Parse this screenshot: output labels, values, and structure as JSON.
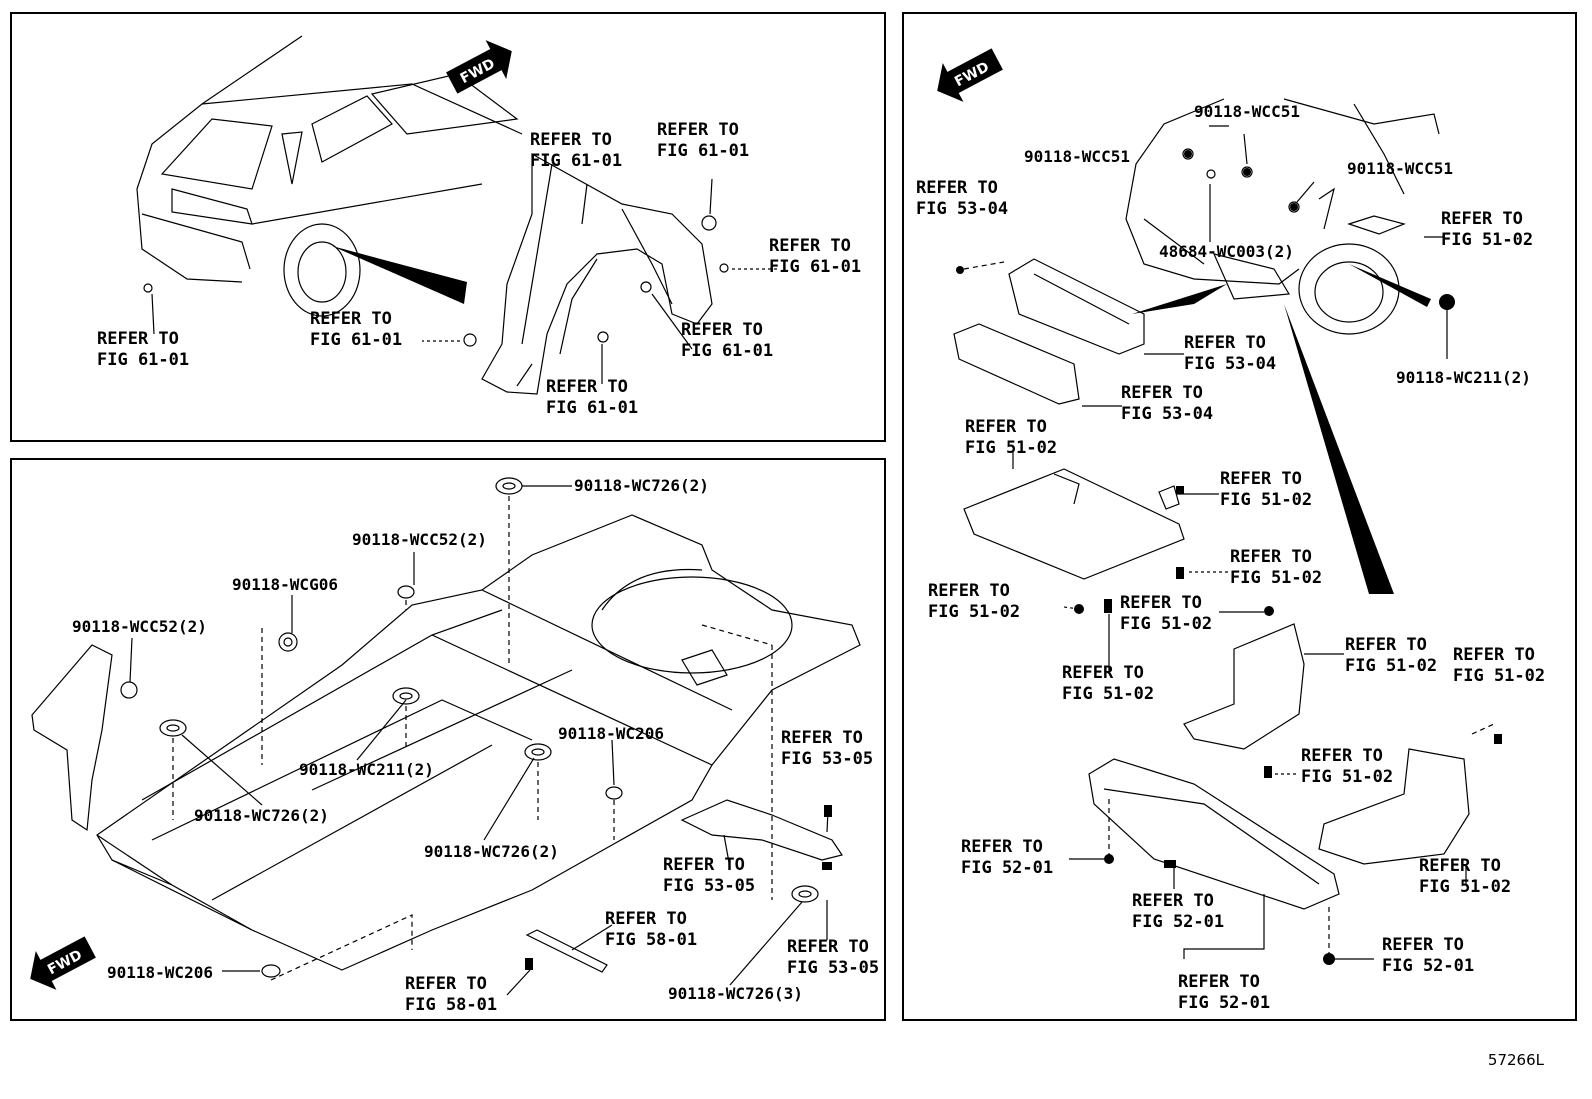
{
  "diagram_id": "57266L",
  "fwd_label": "FWD",
  "top_left": {
    "labels": [
      {
        "l1": "REFER TO",
        "l2": "FIG 61-01"
      },
      {
        "l1": "REFER TO",
        "l2": "FIG 61-01"
      },
      {
        "l1": "REFER TO",
        "l2": "FIG 61-01"
      },
      {
        "l1": "REFER TO",
        "l2": "FIG 61-01"
      },
      {
        "l1": "REFER TO",
        "l2": "FIG 61-01"
      },
      {
        "l1": "REFER TO",
        "l2": "FIG 61-01"
      },
      {
        "l1": "REFER TO",
        "l2": "FIG 61-01"
      }
    ]
  },
  "bottom_left": {
    "parts": [
      "90118-WC726(2)",
      "90118-WCC52(2)",
      "90118-WCG06",
      "90118-WCC52(2)",
      "90118-WC211(2)",
      "90118-WC726(2)",
      "90118-WC206",
      "90118-WC726(2)",
      "90118-WC206",
      "90118-WC726(3)"
    ],
    "labels": [
      {
        "l1": "REFER TO",
        "l2": "FIG 53-05"
      },
      {
        "l1": "REFER TO",
        "l2": "FIG 53-05"
      },
      {
        "l1": "REFER TO",
        "l2": "FIG 53-05"
      },
      {
        "l1": "REFER TO",
        "l2": "FIG 58-01"
      },
      {
        "l1": "REFER TO",
        "l2": "FIG 58-01"
      }
    ]
  },
  "right": {
    "parts": [
      "90118-WCC51",
      "90118-WCC51",
      "90118-WCC51",
      "48684-WC003(2)",
      "90118-WC211(2)"
    ],
    "labels": [
      {
        "l1": "REFER TO",
        "l2": "FIG 53-04"
      },
      {
        "l1": "REFER TO",
        "l2": "FIG 51-02"
      },
      {
        "l1": "REFER TO",
        "l2": "FIG 53-04"
      },
      {
        "l1": "REFER TO",
        "l2": "FIG 53-04"
      },
      {
        "l1": "REFER TO",
        "l2": "FIG 51-02"
      },
      {
        "l1": "REFER TO",
        "l2": "FIG 51-02"
      },
      {
        "l1": "REFER TO",
        "l2": "FIG 51-02"
      },
      {
        "l1": "REFER TO",
        "l2": "FIG 51-02"
      },
      {
        "l1": "REFER TO",
        "l2": "FIG 51-02"
      },
      {
        "l1": "REFER TO",
        "l2": "FIG 51-02"
      },
      {
        "l1": "REFER TO",
        "l2": "FIG 51-02"
      },
      {
        "l1": "REFER TO",
        "l2": "FIG 51-02"
      },
      {
        "l1": "REFER TO",
        "l2": "FIG 51-02"
      },
      {
        "l1": "REFER TO",
        "l2": "FIG 51-02"
      },
      {
        "l1": "REFER TO",
        "l2": "FIG 52-01"
      },
      {
        "l1": "REFER TO",
        "l2": "FIG 52-01"
      },
      {
        "l1": "REFER TO",
        "l2": "FIG 52-01"
      },
      {
        "l1": "REFER TO",
        "l2": "FIG 52-01"
      }
    ]
  }
}
